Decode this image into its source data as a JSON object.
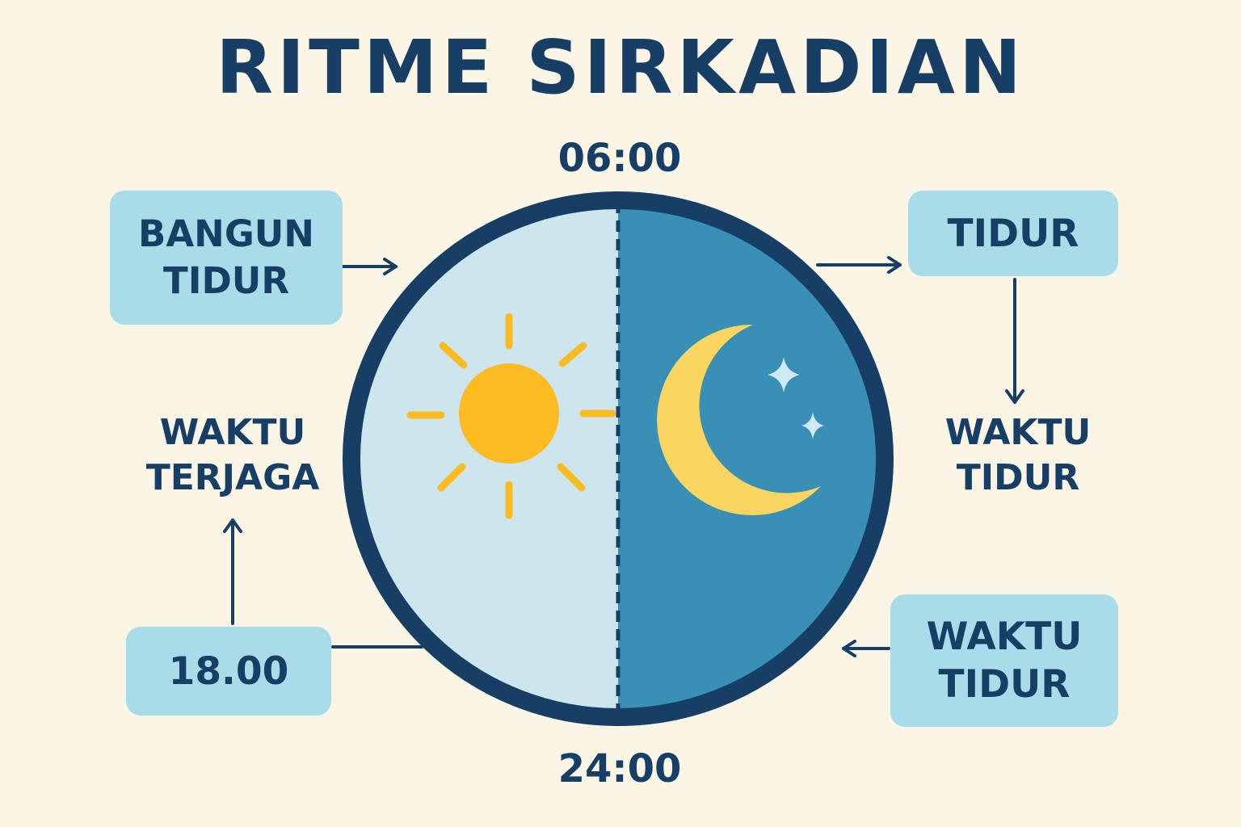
{
  "title": "RITME SIRKADIAN",
  "clock": {
    "top_time": "06:00",
    "bottom_time": "24:00"
  },
  "labels": {
    "bangun_tidur": [
      "BANGUN",
      "TIDUR"
    ],
    "tidur": "TIDUR",
    "waktu_terjaga": [
      "WAKTU",
      "TERJAGA"
    ],
    "waktu_tidur_mid": [
      "WAKTU",
      "TIDUR"
    ],
    "time_1800": "18.00",
    "waktu_tidur_box": [
      "WAKTU",
      "TIDUR"
    ]
  },
  "colors": {
    "background": "#fbf5e6",
    "navy": "#173f66",
    "box_fill": "#a9dce9",
    "day_fill": "#cde5ec",
    "night_fill": "#3a8fb7",
    "sun": "#fdbb22",
    "moon": "#f8d561",
    "stars": "#cfeaf5"
  },
  "icons": {
    "day": "sun-icon",
    "night": "moon-icon",
    "stars": "star-icon"
  }
}
